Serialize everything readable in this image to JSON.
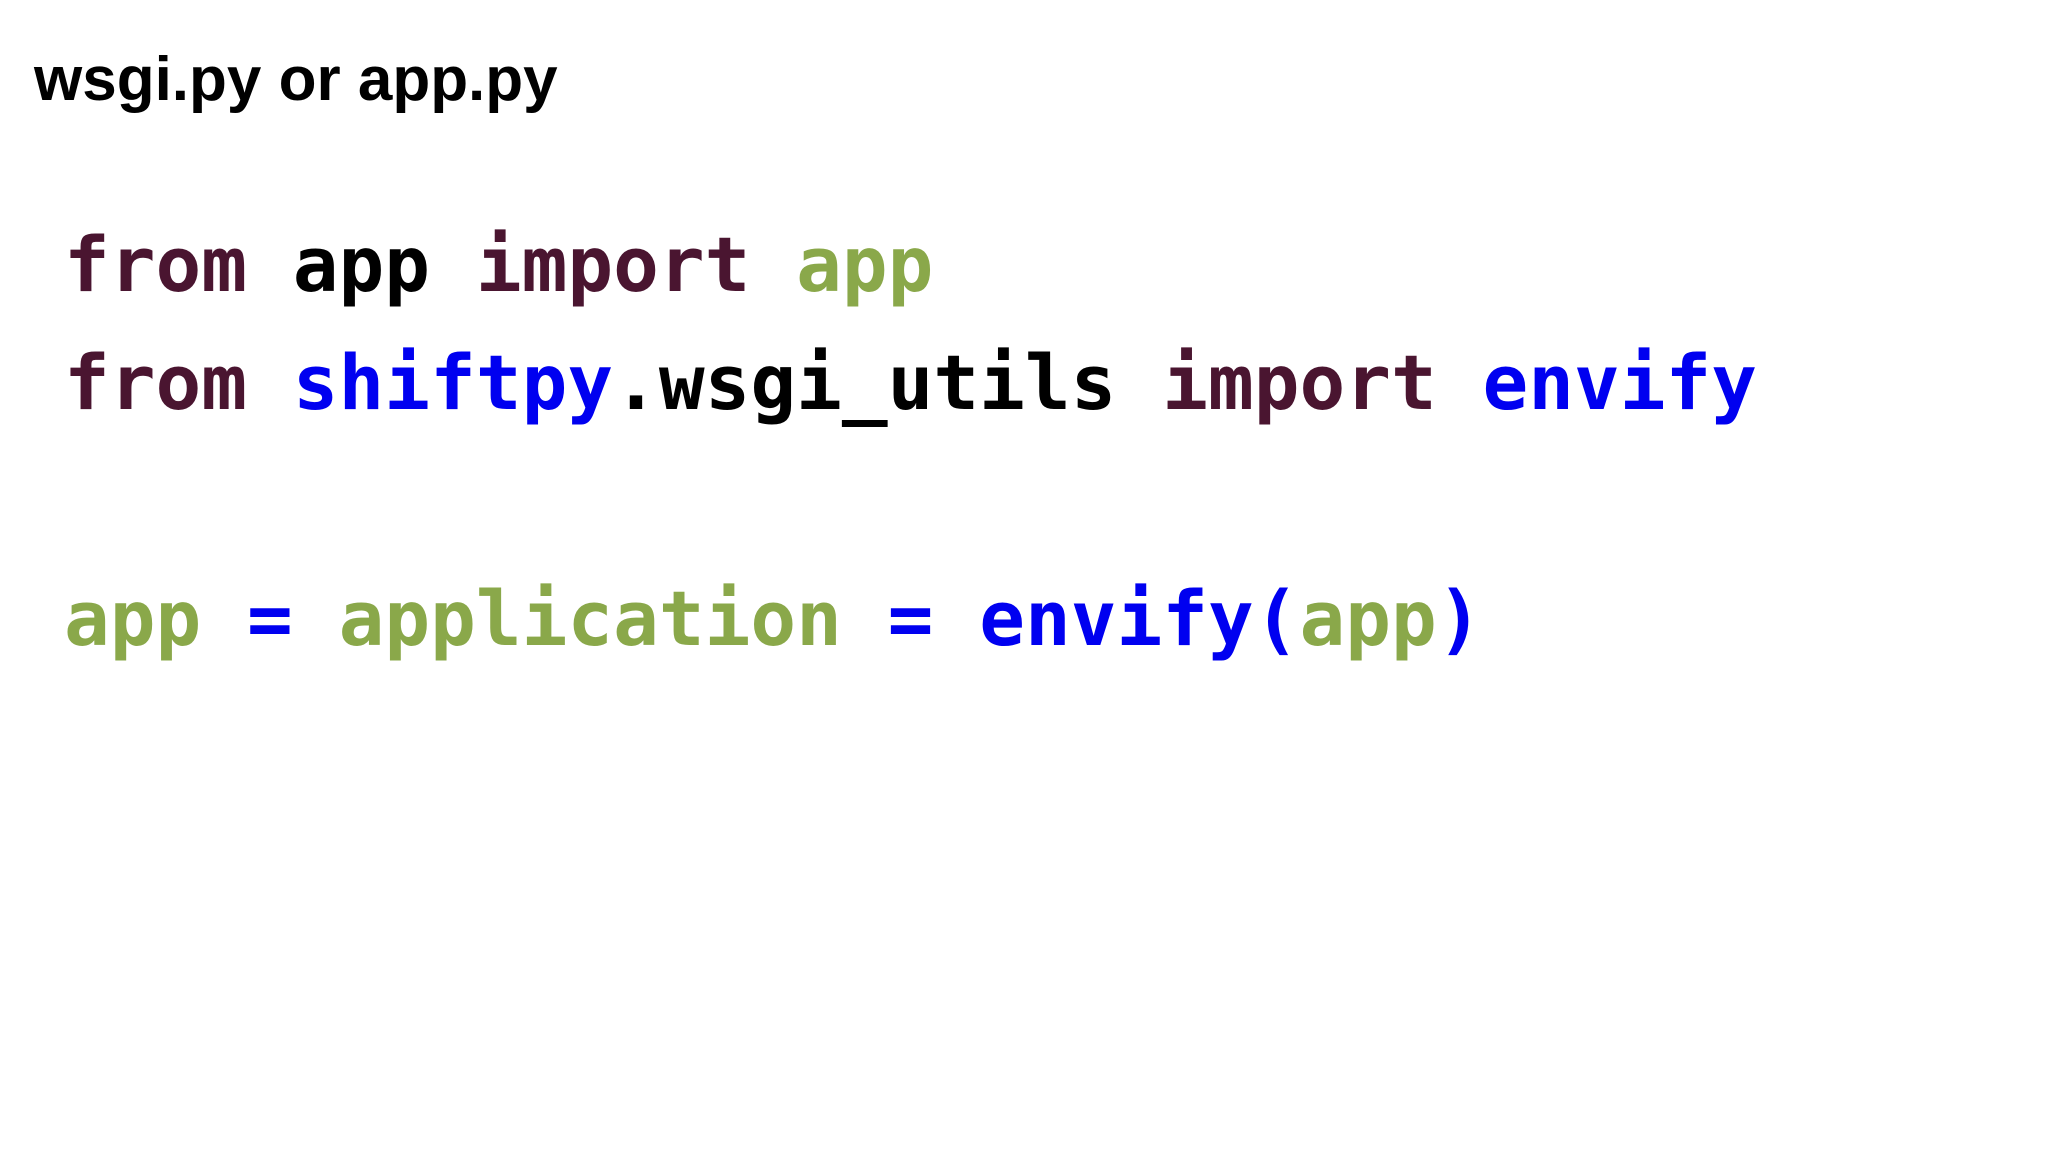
{
  "slide": {
    "title": "wsgi.py or app.py"
  },
  "colors": {
    "keyword": "#4a1530",
    "module": "#0000f0",
    "plain": "#000000",
    "name": "#8aa84a",
    "background": "#ffffff"
  },
  "code": {
    "lines": [
      {
        "tokens": [
          {
            "text": "from",
            "kind": "keyword"
          },
          {
            "text": " ",
            "kind": "plain"
          },
          {
            "text": "app",
            "kind": "plain"
          },
          {
            "text": " ",
            "kind": "plain"
          },
          {
            "text": "import",
            "kind": "keyword"
          },
          {
            "text": " ",
            "kind": "plain"
          },
          {
            "text": "app",
            "kind": "name"
          }
        ]
      },
      {
        "tokens": [
          {
            "text": "from",
            "kind": "keyword"
          },
          {
            "text": " ",
            "kind": "plain"
          },
          {
            "text": "shiftpy",
            "kind": "module"
          },
          {
            "text": ".wsgi_utils",
            "kind": "plain"
          },
          {
            "text": " ",
            "kind": "plain"
          },
          {
            "text": "import",
            "kind": "keyword"
          },
          {
            "text": " ",
            "kind": "plain"
          },
          {
            "text": "envify",
            "kind": "module"
          }
        ]
      },
      {
        "tokens": [
          {
            "text": "app",
            "kind": "name"
          },
          {
            "text": " ",
            "kind": "plain"
          },
          {
            "text": "=",
            "kind": "module"
          },
          {
            "text": " ",
            "kind": "plain"
          },
          {
            "text": "application",
            "kind": "name"
          },
          {
            "text": " ",
            "kind": "plain"
          },
          {
            "text": "=",
            "kind": "module"
          },
          {
            "text": " ",
            "kind": "plain"
          },
          {
            "text": "envify",
            "kind": "module"
          },
          {
            "text": "(",
            "kind": "module"
          },
          {
            "text": "app",
            "kind": "name"
          },
          {
            "text": ")",
            "kind": "module"
          }
        ]
      }
    ]
  }
}
